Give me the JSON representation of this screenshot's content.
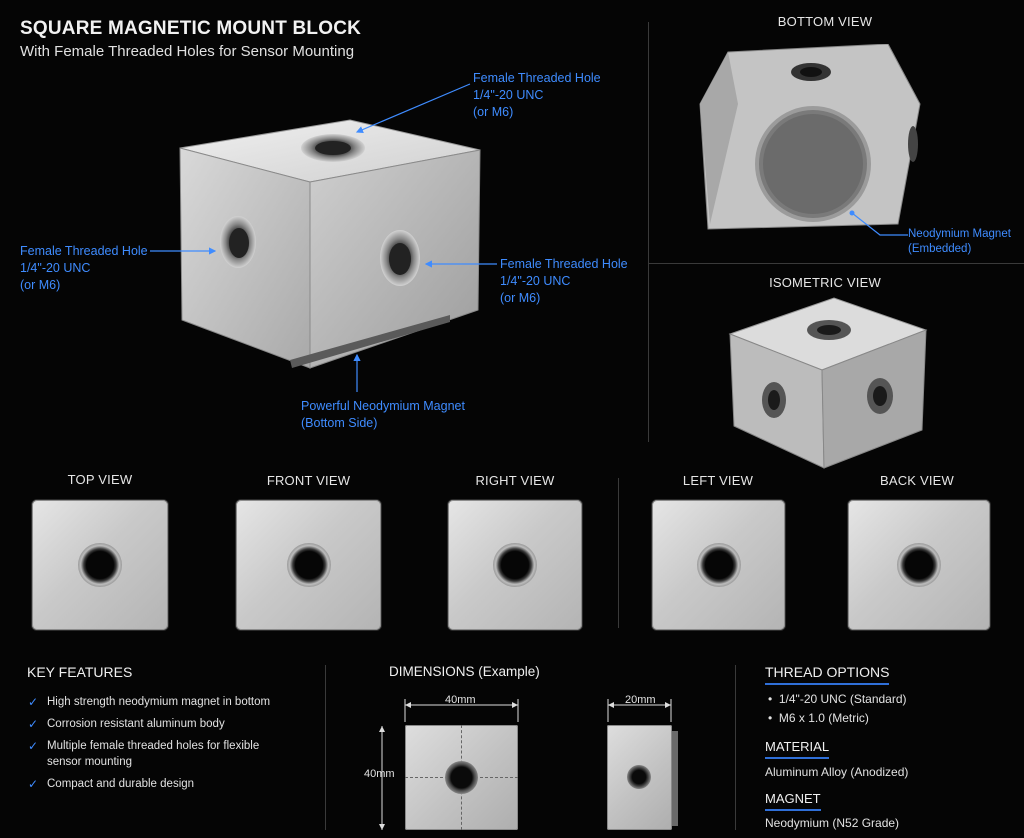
{
  "header": {
    "title": "SQUARE MAGNETIC MOUNT BLOCK",
    "subtitle": "With Female Threaded Holes for Sensor Mounting"
  },
  "main_callouts": {
    "top_hole": [
      "Female Threaded Hole",
      "1/4\"-20 UNC",
      "(or M6)"
    ],
    "left_hole": [
      "Female Threaded Hole",
      "1/4\"-20 UNC",
      "(or M6)"
    ],
    "right_hole": [
      "Female Threaded Hole",
      "1/4\"-20 UNC",
      "(or M6)"
    ],
    "magnet": [
      "Powerful Neodymium Magnet",
      "(Bottom Side)"
    ]
  },
  "bottom_view": {
    "label": "BOTTOM VIEW",
    "callout": [
      "Neodymium Magnet",
      "(Embedded)"
    ]
  },
  "isometric_view": {
    "label": "ISOMETRIC VIEW"
  },
  "tile_views": [
    {
      "label": "TOP VIEW"
    },
    {
      "label": "FRONT VIEW"
    },
    {
      "label": "RIGHT VIEW"
    },
    {
      "label": "LEFT VIEW"
    },
    {
      "label": "BACK VIEW"
    }
  ],
  "key_features": {
    "heading": "KEY FEATURES",
    "items": [
      "High strength neodymium magnet in bottom",
      "Corrosion resistant aluminum body",
      "Multiple female threaded holes for flexible sensor mounting",
      "Compact and durable design"
    ]
  },
  "dimensions": {
    "heading": "DIMENSIONS (Example)",
    "width": "40mm",
    "height": "40mm",
    "depth": "20mm"
  },
  "thread_options": {
    "heading": "THREAD OPTIONS",
    "items": [
      "1/4\"-20 UNC (Standard)",
      "M6 x 1.0 (Metric)"
    ]
  },
  "material": {
    "heading": "MATERIAL",
    "value": "Aluminum Alloy (Anodized)"
  },
  "magnet": {
    "heading": "MAGNET",
    "value": "Neodymium (N52 Grade)"
  },
  "colors": {
    "accent": "#3f8cff",
    "background": "#050505",
    "metal": "#c9c9c9"
  }
}
